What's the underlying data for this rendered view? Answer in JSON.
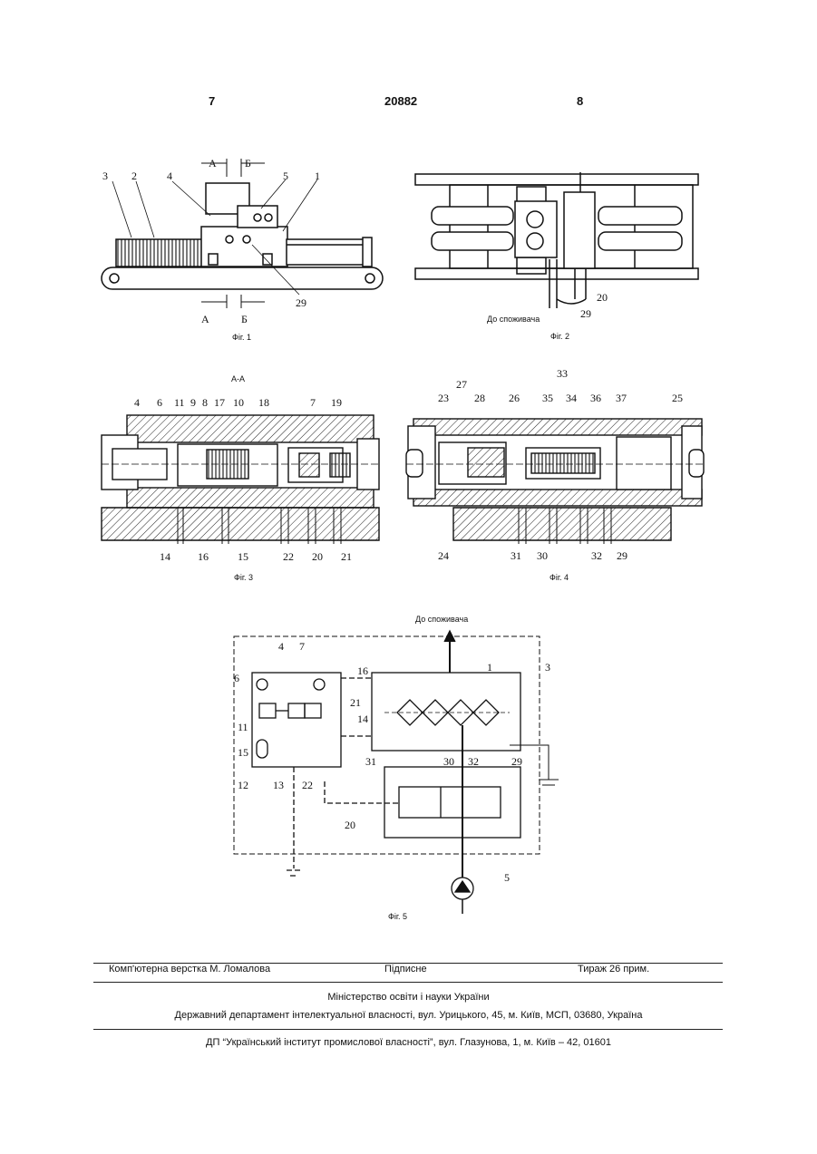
{
  "header": {
    "page_left": "7",
    "patent_no": "20882",
    "page_right": "8"
  },
  "figures": {
    "fig1": {
      "caption": "Фіг. 1",
      "labels": [
        "3",
        "2",
        "4",
        "5",
        "1",
        "29"
      ],
      "sections": [
        "А",
        "Б"
      ]
    },
    "fig2": {
      "caption": "Фіг. 2",
      "consumer": "До споживача",
      "labels": [
        "20",
        "29"
      ]
    },
    "fig3": {
      "caption": "Фіг. 3",
      "section_title": "А-А",
      "top_labels": [
        "4",
        "6",
        "11",
        "9",
        "8",
        "17",
        "10",
        "18",
        "7",
        "19"
      ],
      "bottom_labels": [
        "14",
        "16",
        "15",
        "22",
        "20",
        "21"
      ]
    },
    "fig4": {
      "caption": "Фіг. 4",
      "top_labels": [
        "27",
        "33",
        "23",
        "28",
        "26",
        "35",
        "34",
        "36",
        "37",
        "25"
      ],
      "bottom_labels": [
        "24",
        "31",
        "30",
        "32",
        "29"
      ]
    },
    "fig5": {
      "caption": "Фіг. 5",
      "consumer": "До споживача",
      "labels": [
        "4",
        "7",
        "16",
        "1",
        "3",
        "6",
        "21",
        "14",
        "11",
        "15",
        "12",
        "13",
        "22",
        "31",
        "30",
        "32",
        "29",
        "20",
        "5"
      ]
    }
  },
  "footer": {
    "typesetting": "Комп'ютерна верстка М. Ломалова",
    "signed": "Підписне",
    "circulation": "Тираж 26 прим.",
    "ministry": "Міністерство освіти і науки України",
    "department": "Державний департамент інтелектуальної власності, вул. Урицького, 45, м. Київ, МСП, 03680, Україна",
    "institute": "ДП “Український інститут промислової власності”, вул. Глазунова, 1, м. Київ – 42, 01601"
  }
}
